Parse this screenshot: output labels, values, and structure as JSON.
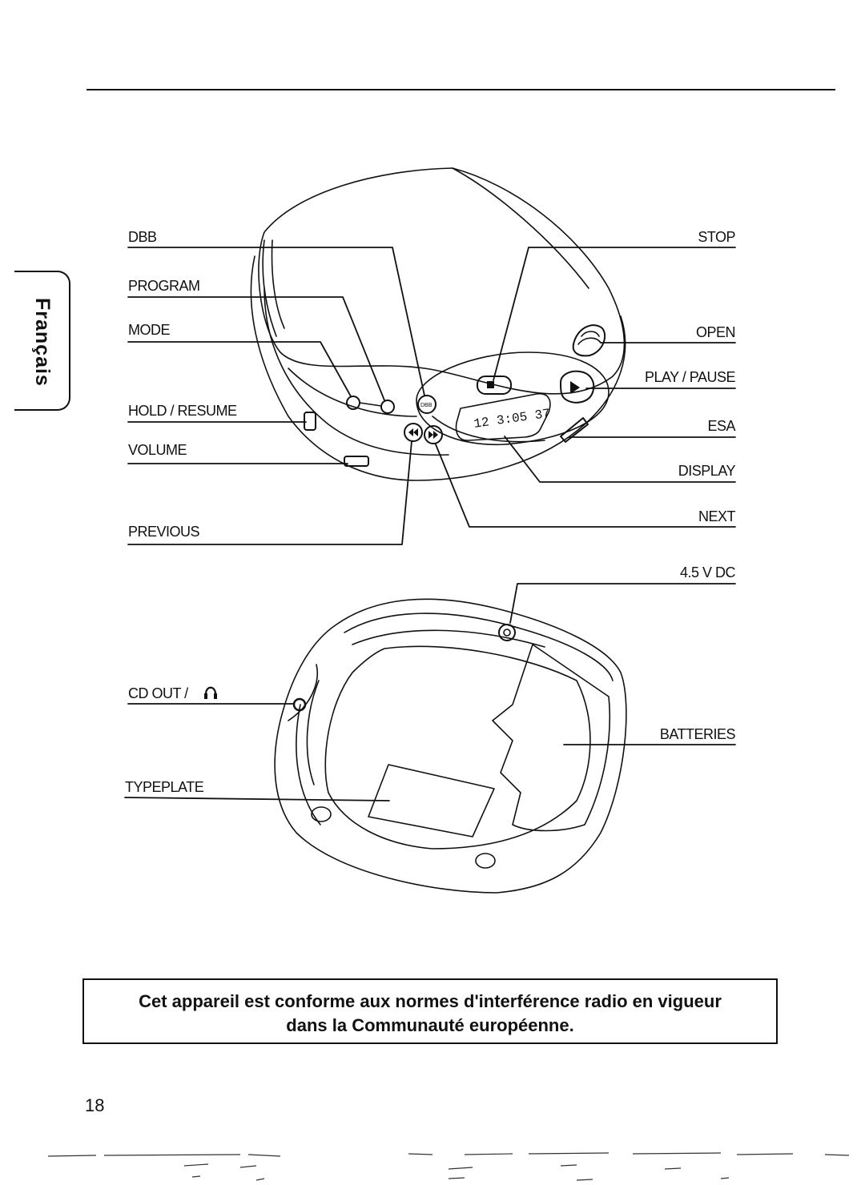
{
  "side_tab": {
    "label": "Français"
  },
  "top_diagram": {
    "left_labels": [
      "DBB",
      "PROGRAM",
      "MODE",
      "HOLD / RESUME",
      "VOLUME",
      "PREVIOUS"
    ],
    "right_labels": [
      "STOP",
      "OPEN",
      "PLAY / PAUSE",
      "ESA",
      "DISPLAY",
      "NEXT"
    ],
    "display_readout": "12 3:05 37",
    "dbb_button_text": "DBB"
  },
  "bottom_diagram": {
    "left_labels": [
      "CD OUT /",
      "TYPEPLATE"
    ],
    "right_labels": [
      "4.5 V DC",
      "BATTERIES"
    ],
    "headphone_icon": "headphones-icon"
  },
  "notice": {
    "line1": "Cet appareil est conforme aux normes d'interférence radio en vigueur",
    "line2": "dans la Communauté européenne."
  },
  "page_number": "18",
  "colors": {
    "ink": "#111111",
    "paper": "#ffffff"
  }
}
